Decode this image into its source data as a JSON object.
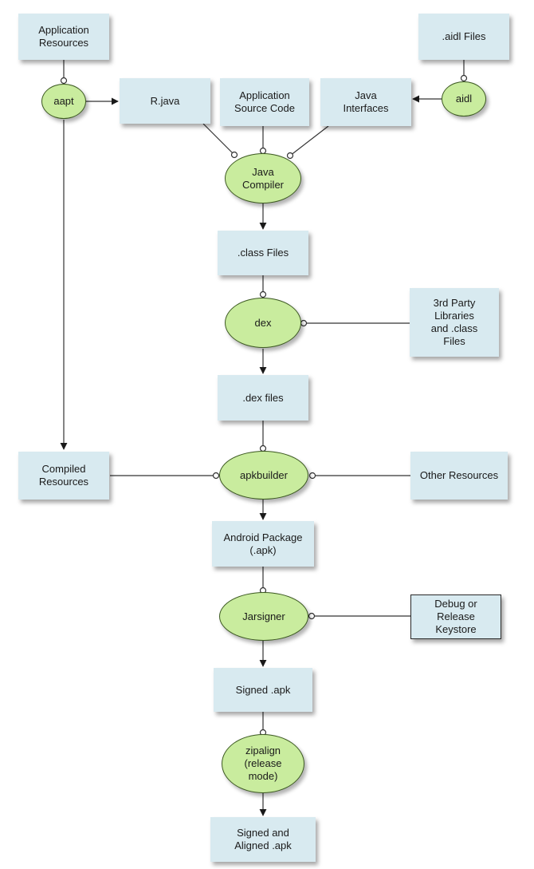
{
  "nodes": {
    "app_resources": "Application\nResources",
    "aidl_files": ".aidl Files",
    "aapt": "aapt",
    "r_java": "R.java",
    "app_source": "Application\nSource Code",
    "java_interfaces": "Java\nInterfaces",
    "aidl": "aidl",
    "java_compiler": "Java\nCompiler",
    "class_files": ".class Files",
    "dex": "dex",
    "third_party": "3rd Party\nLibraries\nand .class\nFiles",
    "dex_files": ".dex files",
    "compiled_resources": "Compiled\nResources",
    "apkbuilder": "apkbuilder",
    "other_resources": "Other Resources",
    "android_package": "Android Package\n(.apk)",
    "jarsigner": "Jarsigner",
    "keystore": "Debug or\nRelease\nKeystore",
    "signed_apk": "Signed .apk",
    "zipalign": "zipalign\n(release\nmode)",
    "signed_aligned": "Signed and\nAligned .apk"
  },
  "colors": {
    "box_fill": "#d8eaf0",
    "oval_fill": "#c9ec9e",
    "oval_stroke": "#3d5a22",
    "line": "#333333"
  }
}
